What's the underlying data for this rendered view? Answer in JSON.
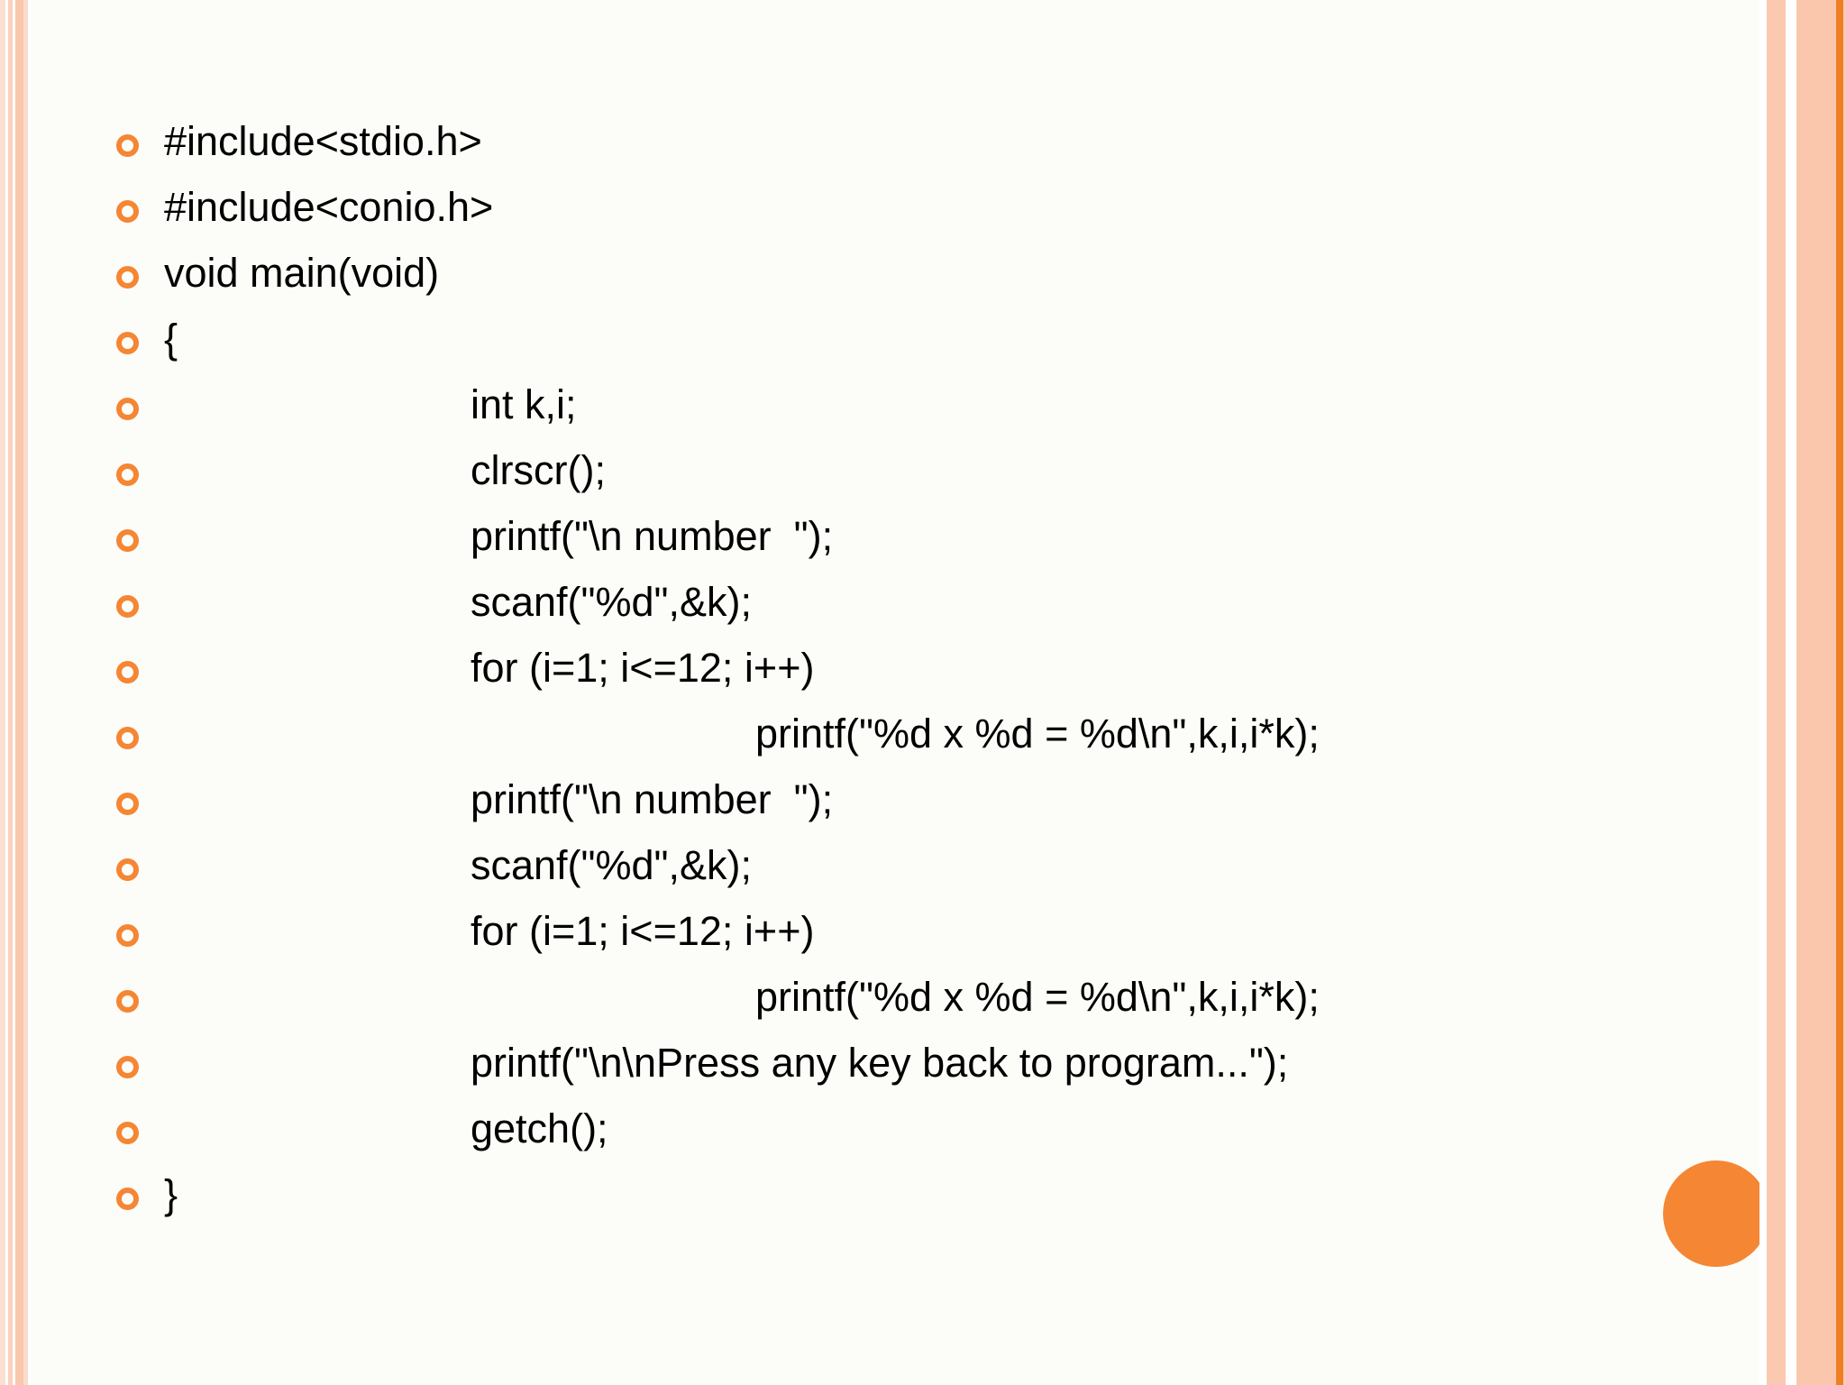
{
  "slide": {
    "background_color": "#fcfdf8",
    "accent_color": "#f58634",
    "bullet_color": "#f58634",
    "text_color": "#000000",
    "decoration": {
      "dot_name": "orange-circle-decoration",
      "left_border_name": "left-stripe-border",
      "right_border_name": "right-stripe-border"
    }
  },
  "code": {
    "language": "c",
    "lines": [
      {
        "indent": 0,
        "text": "#include<stdio.h>"
      },
      {
        "indent": 0,
        "text": "#include<conio.h>"
      },
      {
        "indent": 0,
        "text": "void main(void)"
      },
      {
        "indent": 0,
        "text": "{"
      },
      {
        "indent": 1,
        "text": "int k,i;"
      },
      {
        "indent": 1,
        "text": "clrscr();"
      },
      {
        "indent": 1,
        "text": "printf(\"\\n number  \");"
      },
      {
        "indent": 1,
        "text": "scanf(\"%d\",&k);"
      },
      {
        "indent": 1,
        "text": "for (i=1; i<=12; i++)"
      },
      {
        "indent": 2,
        "text": "printf(\"%d x %d = %d\\n\",k,i,i*k);"
      },
      {
        "indent": 1,
        "text": "printf(\"\\n number  \");"
      },
      {
        "indent": 1,
        "text": "scanf(\"%d\",&k);"
      },
      {
        "indent": 1,
        "text": "for (i=1; i<=12; i++)"
      },
      {
        "indent": 2,
        "text": "printf(\"%d x %d = %d\\n\",k,i,i*k);"
      },
      {
        "indent": 1,
        "text": "printf(\"\\n\\nPress any key back to program...\");"
      },
      {
        "indent": 1,
        "text": "getch();"
      },
      {
        "indent": 0,
        "text": "}"
      }
    ]
  }
}
